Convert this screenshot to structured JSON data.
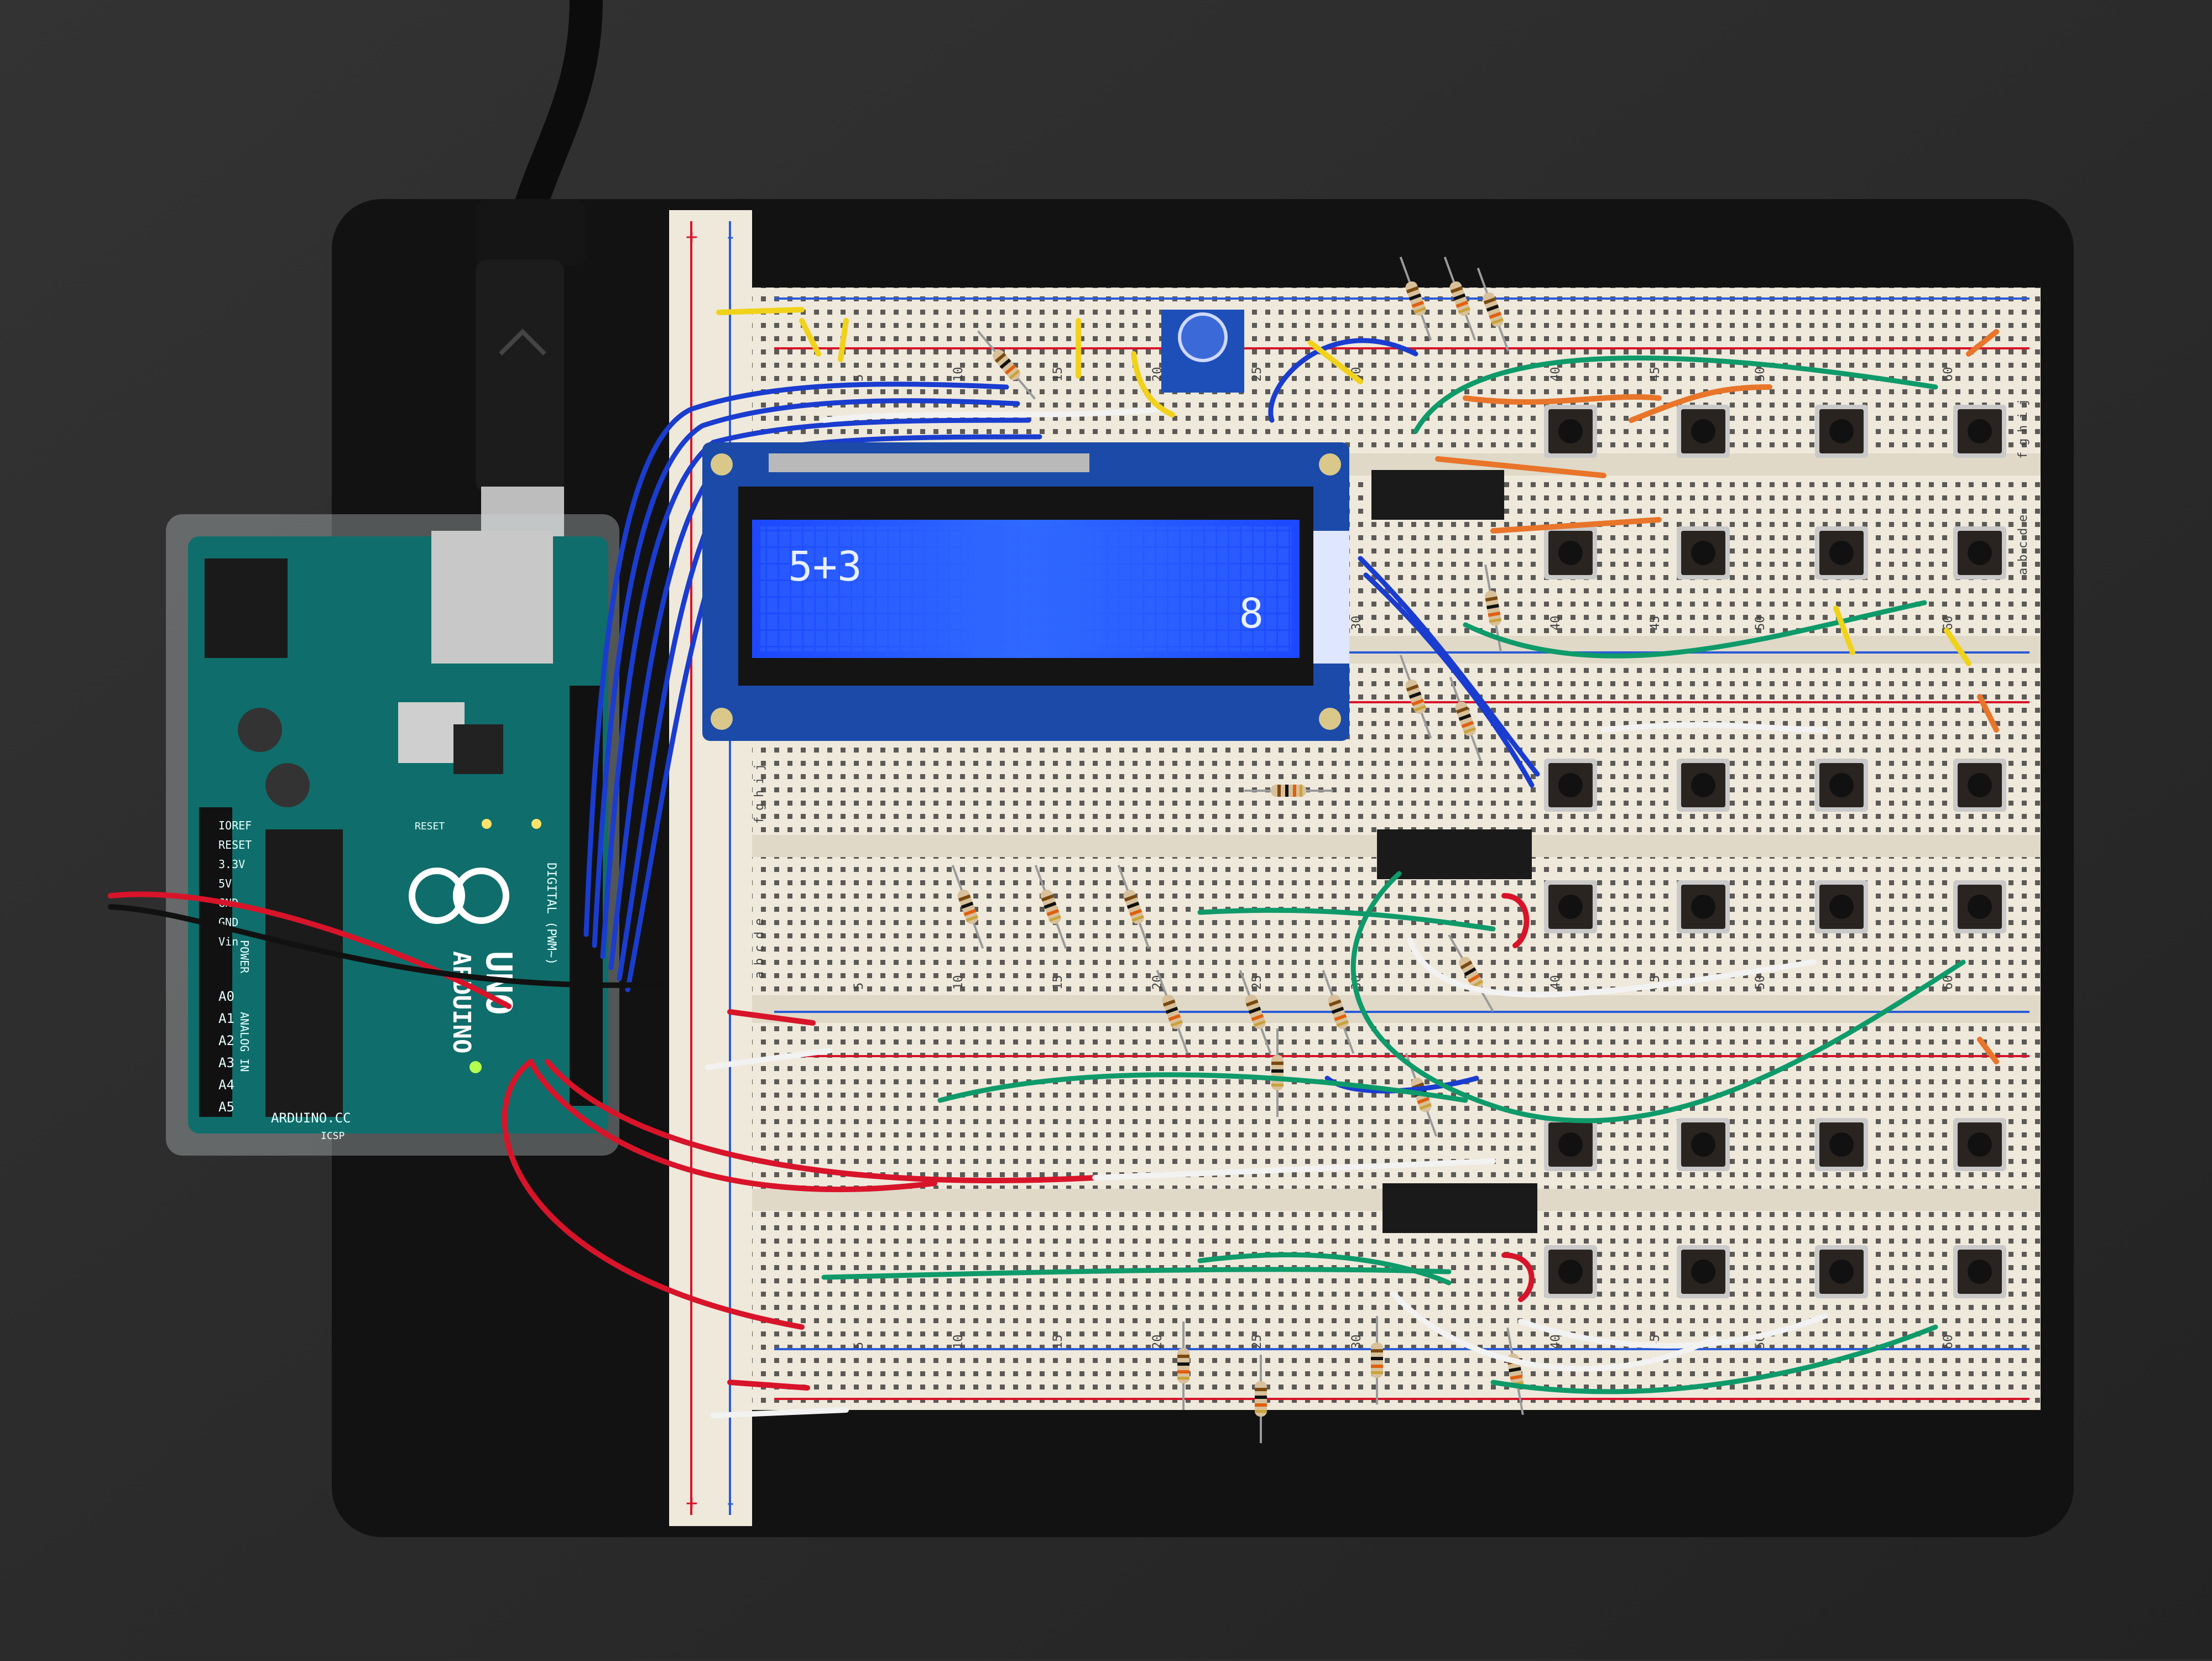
{
  "lcd": {
    "line1": "5+3",
    "line2": "8",
    "backlight_color": "#1f4fff",
    "text_color": "#e8f0ff"
  },
  "arduino": {
    "brand": "ARDUINO",
    "model": "UNO",
    "website": "ARDUINO.CC",
    "digital_label": "DIGITAL (PWM~)",
    "header_labels": [
      "IOREF",
      "RESET",
      "3.3V",
      "5V",
      "GND",
      "GND",
      "Vin"
    ],
    "analog_labels": [
      "A0",
      "A1",
      "A2",
      "A3",
      "A4",
      "A5"
    ],
    "analog_header": "ANALOG IN",
    "power_header": "POWER",
    "reset_label": "RESET",
    "icsp_label": "ICSP",
    "board_color": "#0f6e6b"
  },
  "breadboard": {
    "column_numbers": [
      "5",
      "10",
      "15",
      "20",
      "25",
      "30",
      "40",
      "45",
      "50",
      "60"
    ],
    "row_letters_top": [
      "a",
      "b",
      "c",
      "d",
      "e"
    ],
    "row_letters_bottom": [
      "f",
      "g",
      "h",
      "i",
      "j"
    ],
    "rail_plus": "+",
    "rail_minus": "-"
  },
  "colors": {
    "mat": "#141414",
    "table": "#2b2b2b",
    "breadboard": "#efe9dc",
    "wire_blue": "#1a3ccf",
    "wire_green": "#0f9a6a",
    "wire_red": "#d8142a",
    "wire_white": "#f2f2f2",
    "wire_orange": "#e8752a",
    "wire_yellow": "#f1d21b",
    "wire_black": "#111111"
  }
}
